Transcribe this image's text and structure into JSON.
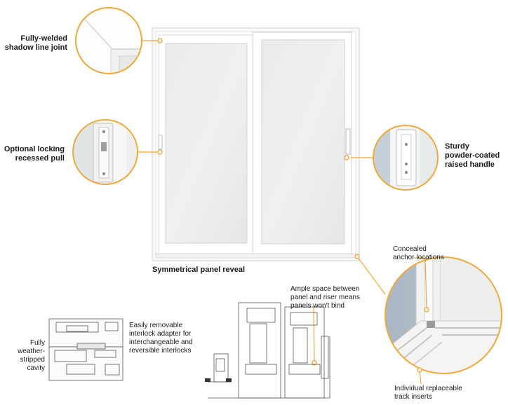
{
  "callouts": {
    "shadow_line": [
      "Fully-welded",
      "shadow line joint"
    ],
    "locking_pull": [
      "Optional locking",
      "recessed pull"
    ],
    "raised_handle": [
      "Sturdy",
      "powder-coated",
      "raised handle"
    ],
    "panel_reveal": "Symmetrical panel reveal",
    "anchor": [
      "Concealed",
      "anchor locations"
    ],
    "track_inserts": [
      "Individual replaceable",
      "track inserts"
    ],
    "interlock": [
      "Easily removable",
      "interlock adapter for",
      "interchangeable and",
      "reversible interlocks"
    ],
    "weatherstrip": [
      "Fully",
      "weather-",
      "stripped",
      "cavity"
    ],
    "riser_space": [
      "Ample space between",
      "panel and riser means",
      "panels won't bind"
    ]
  },
  "colors": {
    "accent": "#f0a83a",
    "leader": "#f0a83a",
    "frame": "#ffffff",
    "glass": "#eceeed"
  }
}
